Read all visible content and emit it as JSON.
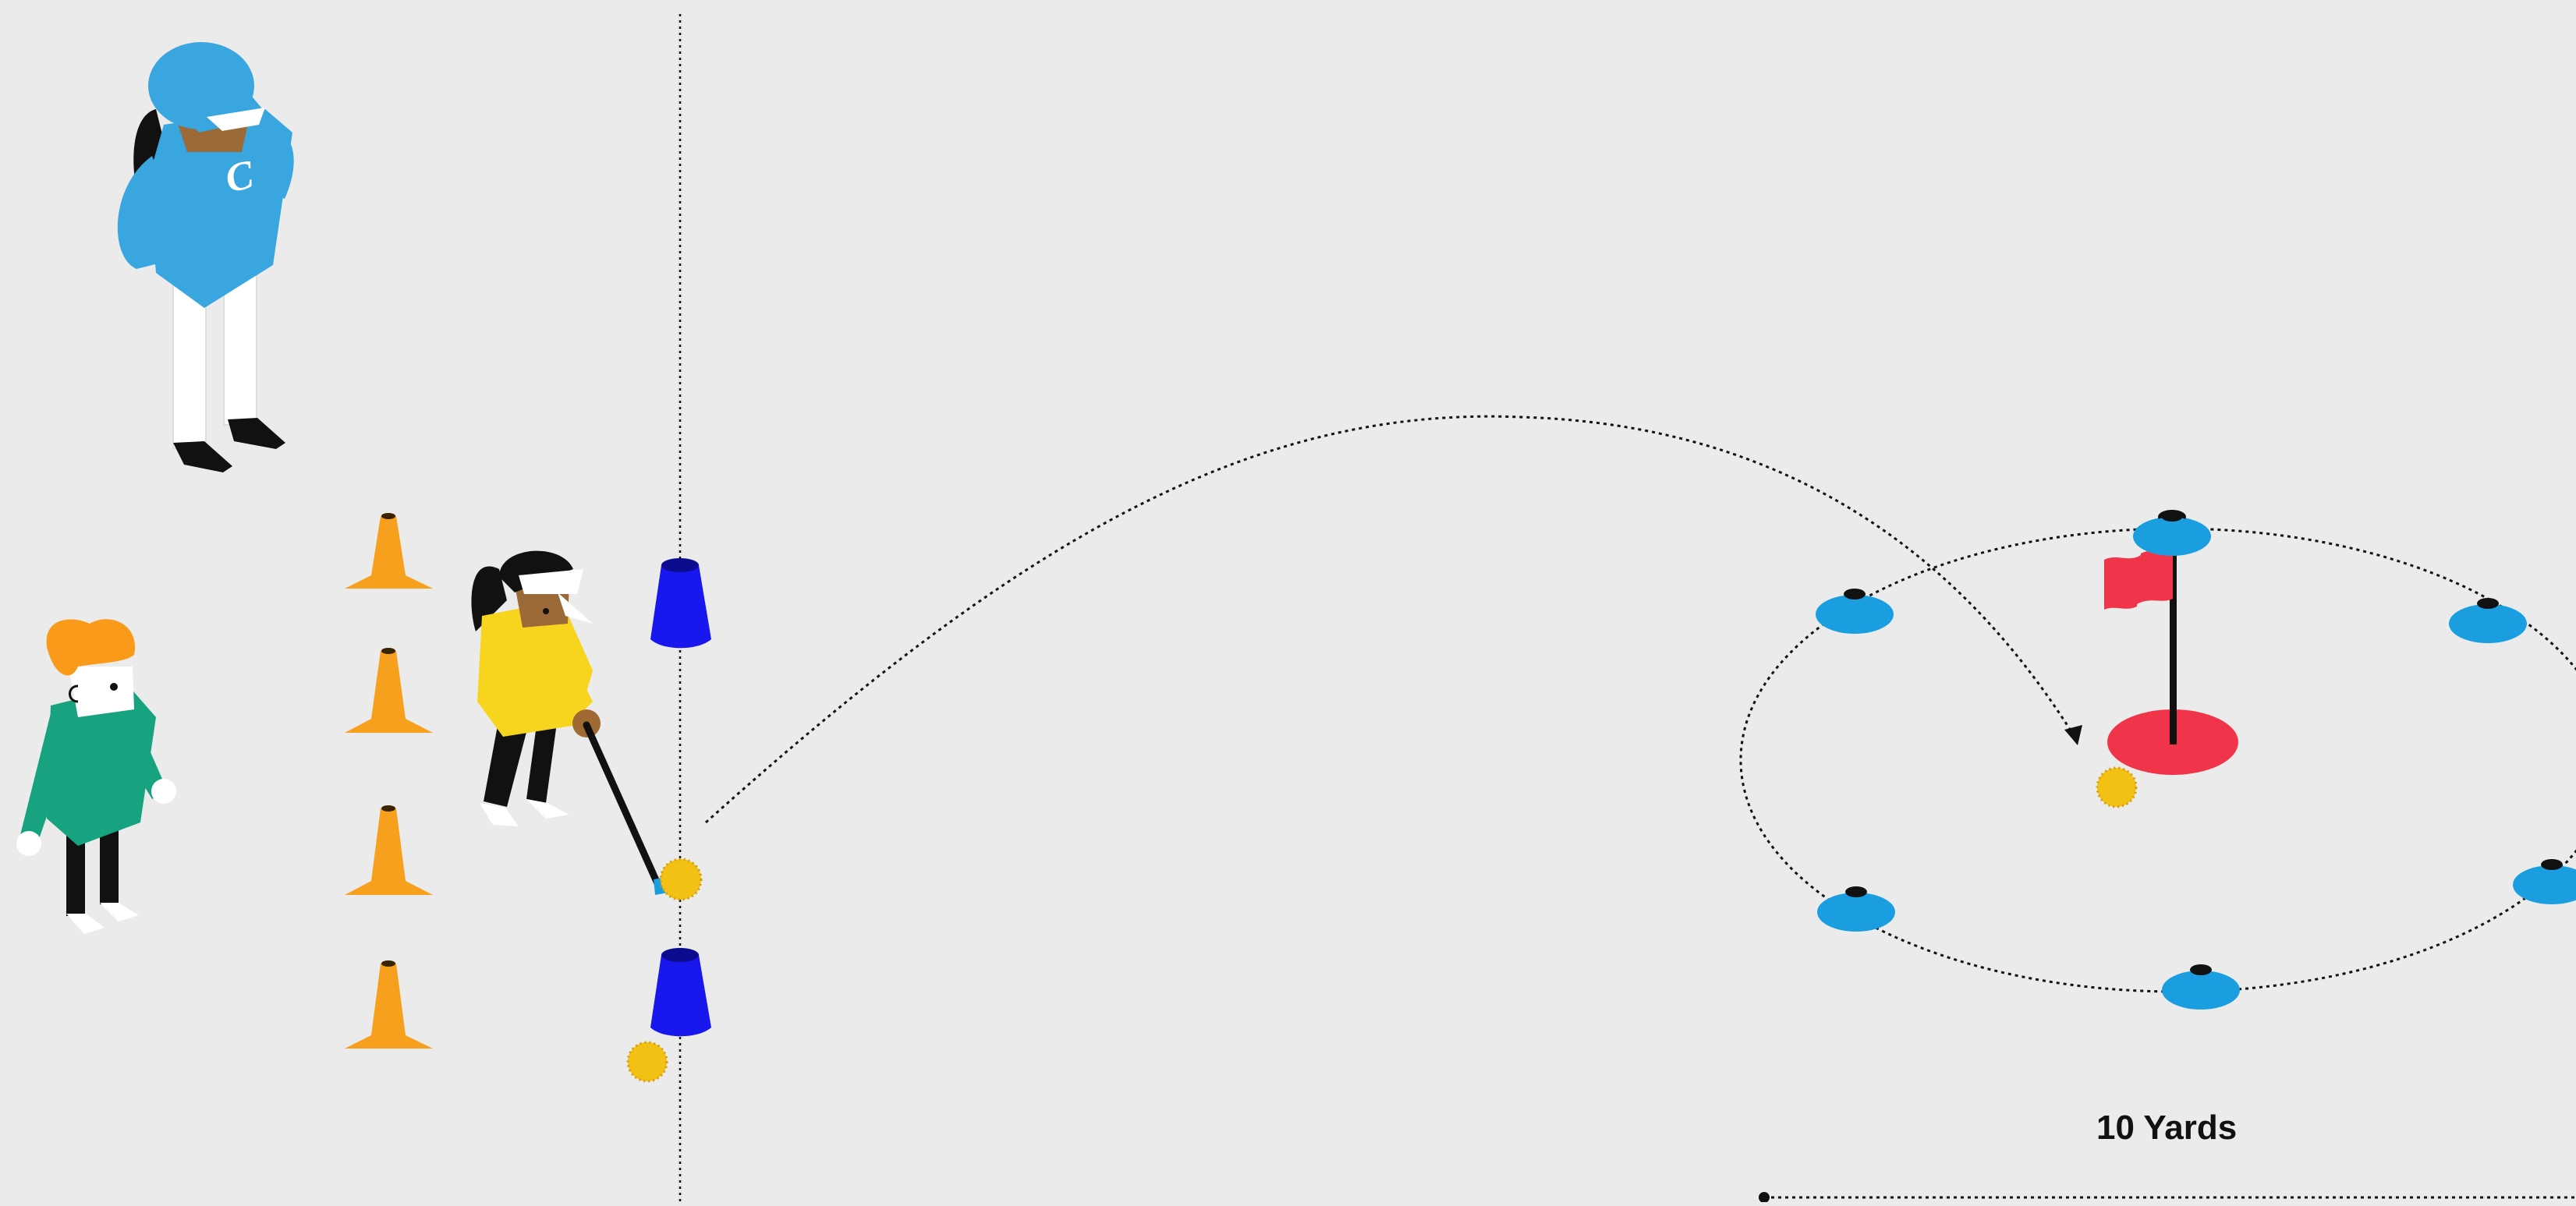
{
  "background": "#ebebeb",
  "distance_label": "10 Yards",
  "colors": {
    "coach": "#3aa6df",
    "orange_cone": "#f7a01e",
    "blue_cone": "#1717ee",
    "disc_cone": "#1b9ee0",
    "flag": "#f0354a",
    "ball": "#f3c114",
    "player_yellow": "#f7d51f",
    "player_green": "#17a37f",
    "hair_orange": "#f99a1a"
  },
  "icons": [
    "coach-figure",
    "waiting-player-figure",
    "golfer-figure",
    "orange-cone",
    "blue-cone",
    "disc-cone",
    "flag",
    "golf-ball"
  ]
}
